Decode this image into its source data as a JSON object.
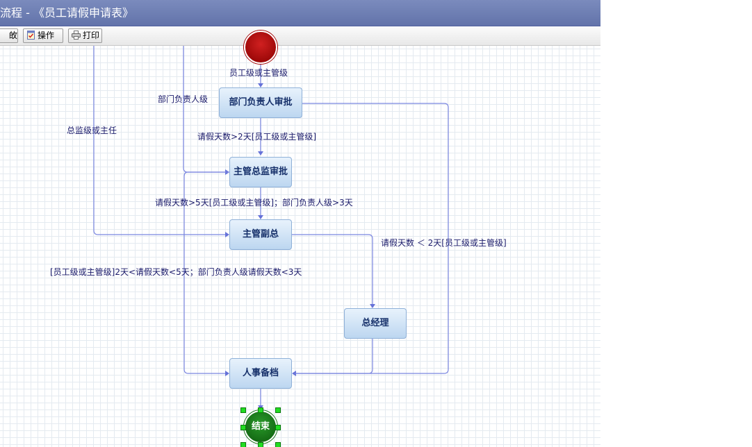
{
  "window": {
    "title": "流程 - 《员工请假申请表》"
  },
  "toolbar": {
    "buttons": [
      {
        "label": "敀",
        "icon": "save-icon"
      },
      {
        "label": "操作",
        "icon": "checklist-icon"
      },
      {
        "label": "打印",
        "icon": "printer-icon"
      }
    ]
  },
  "flow": {
    "nodes": {
      "start": {
        "label": ""
      },
      "dept_head": {
        "label": "部门负责人审批"
      },
      "director": {
        "label": "主管总监审批"
      },
      "vice_president": {
        "label": "主管副总"
      },
      "general_manager": {
        "label": "总经理"
      },
      "hr_archive": {
        "label": "人事备档"
      },
      "end": {
        "label": "结束"
      }
    },
    "edges": {
      "start_to_dept": "员工级或主管级",
      "dept_to_hr_label": "部门负责人级",
      "dept_to_director": "请假天数>2天[员工级或主管级]",
      "left_to_vp": "总监级或主任",
      "director_to_vp": "请假天数>5天[员工级或主管级]；部门负责人级>3天",
      "vp_to_gm": "请假天数 ＜ 2天[员工级或主管级]",
      "to_hr": "[员工级或主管级]2天<请假天数<5天；部门负责人级请假天数<3天"
    }
  },
  "colors": {
    "titlebar": "#6b7bb3",
    "edge": "#7b86e0",
    "node_border": "#8eb0d8",
    "start": "#b00000",
    "end": "#0d6a0d"
  }
}
